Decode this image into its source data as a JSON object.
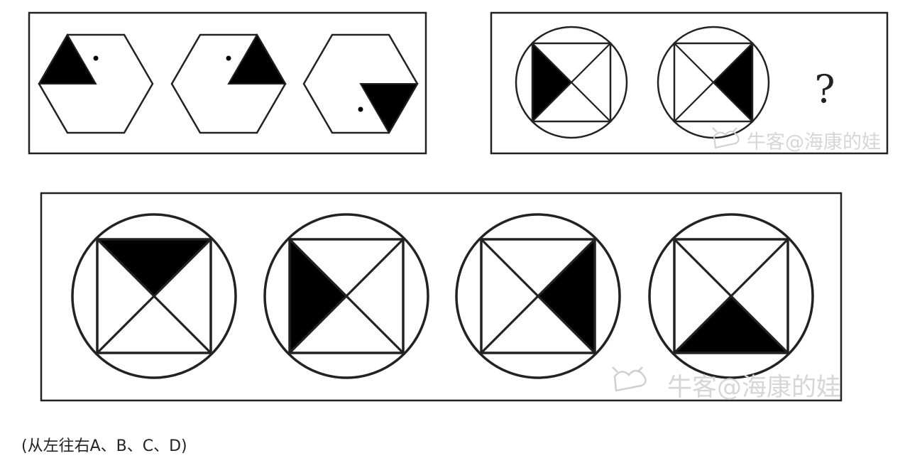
{
  "question_mark": "?",
  "watermark_text": "牛客@海康的娃",
  "caption": "(从左往右A、B、C、D)",
  "colors": {
    "line": "#222222",
    "fill": "#000000",
    "watermark": "#d6d6d6"
  },
  "figures": {
    "sequence": [
      {
        "name": "hexagon-figure-1",
        "triangle": "top-left",
        "dot": true
      },
      {
        "name": "hexagon-figure-2",
        "triangle": "top-right",
        "dot": true
      },
      {
        "name": "hexagon-figure-3",
        "triangle": "bottom-right",
        "dot": true
      }
    ],
    "pattern": [
      {
        "name": "pattern-figure-1",
        "shaded": "left"
      },
      {
        "name": "pattern-figure-2",
        "shaded": "right"
      }
    ],
    "options": [
      {
        "name": "option-a",
        "shaded": "top"
      },
      {
        "name": "option-b",
        "shaded": "left"
      },
      {
        "name": "option-c",
        "shaded": "right"
      },
      {
        "name": "option-d",
        "shaded": "bottom"
      }
    ]
  }
}
